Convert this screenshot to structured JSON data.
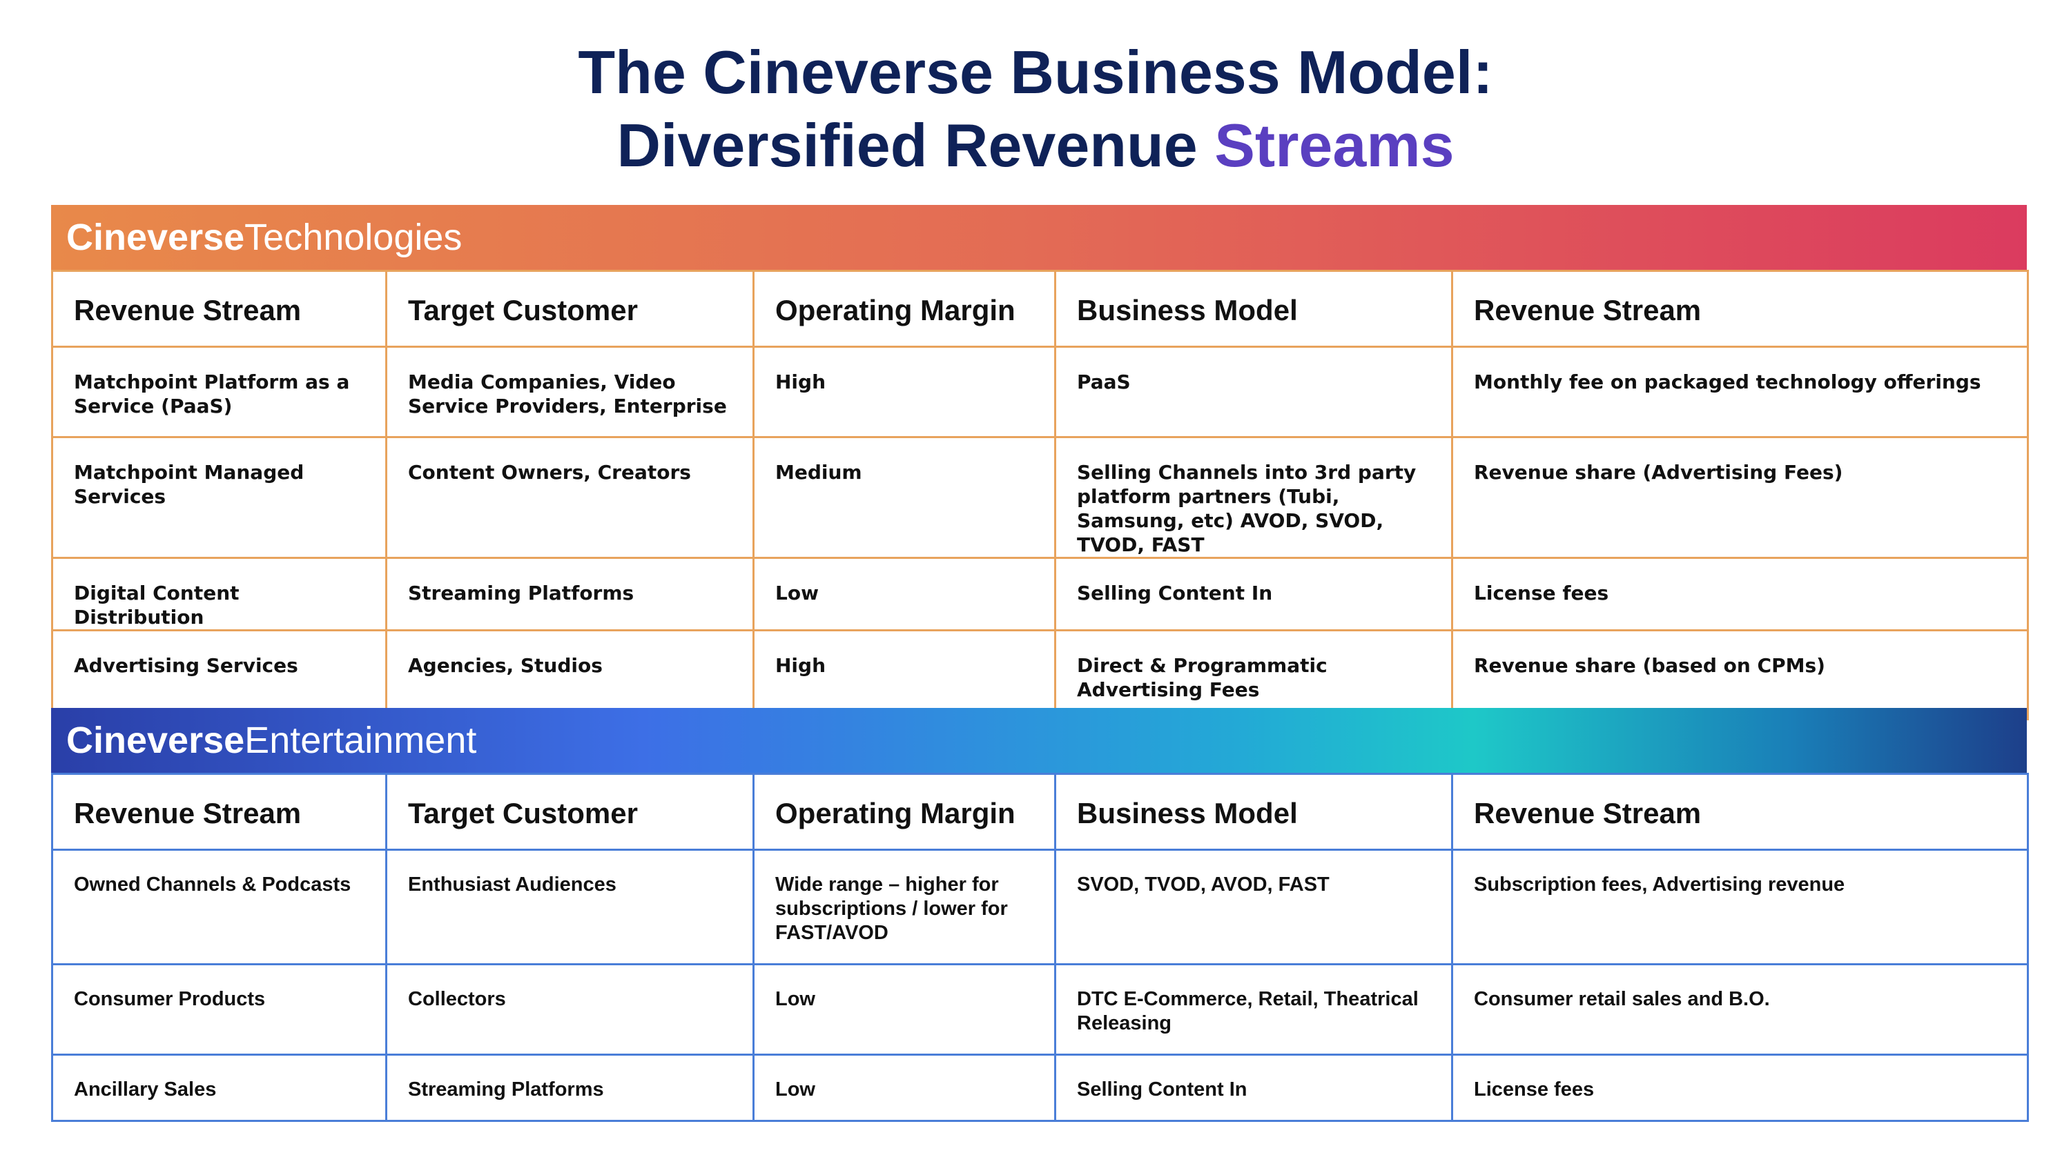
{
  "title": {
    "line1": "The Cineverse Business Model:",
    "line2_main": "Diversified Revenue ",
    "line2_accent": "Streams"
  },
  "headers": [
    "Revenue Stream",
    "Target Customer",
    "Operating Margin",
    "Business Model",
    "Revenue Stream"
  ],
  "tech": {
    "brand": "Cineverse",
    "unit": "Technologies",
    "rows": [
      [
        "Matchpoint Platform as a Service (PaaS)",
        "Media Companies, Video Service Providers, Enterprise",
        "High",
        "PaaS",
        "Monthly fee on packaged technology offerings"
      ],
      [
        "Matchpoint Managed Services",
        "Content Owners, Creators",
        "Medium",
        "Selling Channels into 3rd party platform partners (Tubi, Samsung, etc) AVOD, SVOD, TVOD, FAST",
        "Revenue share (Advertising Fees)"
      ],
      [
        "Digital Content Distribution",
        "Streaming Platforms",
        "Low",
        "Selling Content In",
        "License fees"
      ],
      [
        "Advertising Services",
        "Agencies, Studios",
        "High",
        "Direct & Programmatic Advertising Fees",
        "Revenue  share (based on CPMs)"
      ]
    ]
  },
  "ent": {
    "brand": "Cineverse",
    "unit": "Entertainment",
    "rows": [
      [
        "Owned Channels & Podcasts",
        "Enthusiast Audiences",
        "Wide range – higher for subscriptions / lower for FAST/AVOD",
        "SVOD, TVOD, AVOD, FAST",
        "Subscription fees, Advertising revenue"
      ],
      [
        "Consumer Products",
        "Collectors",
        "Low",
        "DTC E-Commerce, Retail, Theatrical Releasing",
        "Consumer retail sales and B.O."
      ],
      [
        "Ancillary Sales",
        "Streaming Platforms",
        "Low",
        "Selling Content In",
        "License fees"
      ]
    ]
  }
}
